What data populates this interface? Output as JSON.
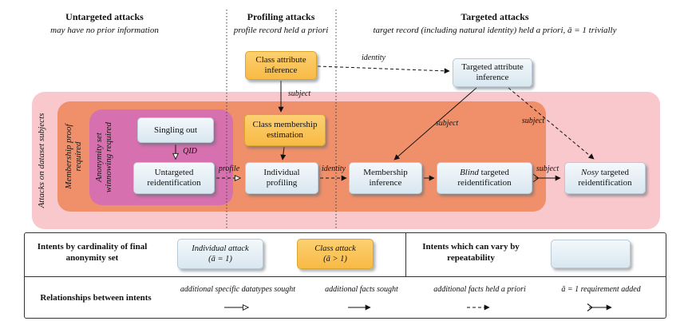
{
  "columns": {
    "untargeted": {
      "title": "Untargeted attacks",
      "subtitle": "may have no prior information"
    },
    "profiling": {
      "title": "Profiling attacks",
      "subtitle": "profile record held a priori"
    },
    "targeted": {
      "title": "Targeted attacks",
      "subtitle": "target record (including natural identity) held a priori,  ā = 1 trivially"
    }
  },
  "regions": {
    "outer": "Attacks on dataset subjects",
    "middle": "Membership proof required",
    "inner": "Anonymity set winnowing required"
  },
  "nodes": {
    "class_attribute_inference": "Class attribute inference",
    "targeted_attribute_inference": "Targeted attribute inference",
    "singling_out": "Singling out",
    "class_membership_estimation": "Class membership estimation",
    "untargeted_reidentification": "Untargeted reidentification",
    "individual_profiling": "Individual profiling",
    "membership_inference": "Membership inference",
    "blind_reidentification": {
      "em": "Blind",
      "rest": " targeted reidentification"
    },
    "nosy_reidentification": {
      "em": "Nosy",
      "rest": " targeted reidentification"
    }
  },
  "edge_labels": {
    "subject_class": "subject",
    "identity_top": "identity",
    "qid": "QID",
    "profile": "profile",
    "identity_mid": "identity",
    "subject_membership": "subject",
    "subject_nosy": "subject",
    "subject_blind": "subject"
  },
  "legend": {
    "cardinality_label": "Intents by cardinality of final anonymity set",
    "individual_attack_line1": "Individual attack",
    "individual_attack_line2": "(ā = 1)",
    "class_attack_line1": "Class attack",
    "class_attack_line2": "(ā > 1)",
    "repeatability_label": "Intents which can vary by repeatability",
    "relationships_label": "Relationships between intents",
    "rel_specific": "additional specific datatypes sought",
    "rel_facts": "additional facts sought",
    "rel_apriori": "additional facts held a priori",
    "rel_requirement": "ā = 1 requirement added"
  },
  "colors": {
    "outer_region": "#F9C8CD",
    "middle_region": "#F0906B",
    "inner_region": "#D670AE",
    "individual_node": "#DFEAF2",
    "class_node": "#FAC055"
  }
}
